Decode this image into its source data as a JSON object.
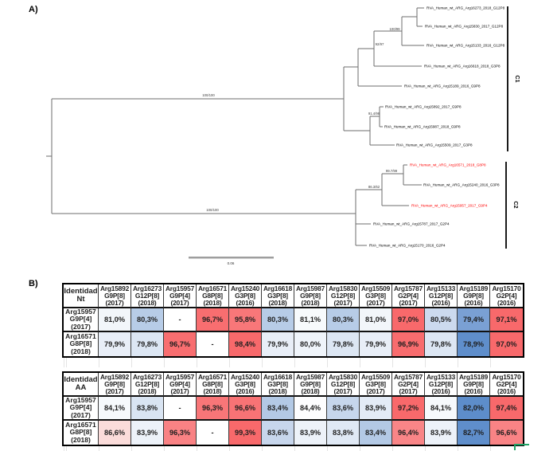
{
  "panels": {
    "a": "A)",
    "b": "B)"
  },
  "tree": {
    "scale_label": "0.06",
    "branch_color": "#6e6e6e",
    "highlight_color": "#ff0000",
    "clusters": [
      {
        "label": "C1"
      },
      {
        "label": "C2"
      }
    ],
    "supports": [
      {
        "text": "100/100"
      },
      {
        "text": "100/99"
      },
      {
        "text": "92/97"
      },
      {
        "text": "91.4/98"
      },
      {
        "text": "100/100"
      },
      {
        "text": "99.7/99"
      },
      {
        "text": "86.3/62"
      }
    ],
    "leaves": [
      {
        "label": "RVA_Human_wt_ARG_Arg16273_2018_G12P8",
        "color": "#000000"
      },
      {
        "label": "RVA_Human_wt_ARG_Arg15830_2017_G12P8",
        "color": "#000000"
      },
      {
        "label": "RVA_Human_wt_ARG_Arg15133_2016_G12P8",
        "color": "#000000"
      },
      {
        "label": "RVA_Human_wt_ARG_Arg16618_2018_G3P8",
        "color": "#000000"
      },
      {
        "label": "RVA_Human_wt_ARG_Arg15189_2016_G9P8",
        "color": "#000000"
      },
      {
        "label": "RVA_Human_wt_ARG_Arg15892_2017_G9P8",
        "color": "#000000"
      },
      {
        "label": "RVA_Human_wt_ARG_Arg15987_2018_G9P8",
        "color": "#000000"
      },
      {
        "label": "RVA_Human_wt_ARG_Arg15509_2017_G3P8",
        "color": "#000000"
      },
      {
        "label": "RVA_Human_wt_ARG_Arg16571_2018_G8P8",
        "color": "#ff0000"
      },
      {
        "label": "RVA_Human_wt_ARG_Arg15240_2016_G3P8",
        "color": "#000000"
      },
      {
        "label": "RVA_Human_wt_ARG_Arg15957_2017_G9P4",
        "color": "#ff0000"
      },
      {
        "label": "RVA_Human_wt_ARG_Arg15787_2017_G2P4",
        "color": "#000000"
      },
      {
        "label": "RVA_Human_wt_ARG_Arg15170_2016_G2P4",
        "color": "#000000"
      }
    ]
  },
  "tables": [
    {
      "corner": [
        "Identidad",
        "Nt"
      ],
      "columns": [
        [
          "Arg15892",
          "G9P[8]",
          "(2017)"
        ],
        [
          "Arg16273",
          "G12P[8]",
          "(2018)"
        ],
        [
          "Arg15957",
          "G9P[4]",
          "(2017)"
        ],
        [
          "Arg16571",
          "G8P[8]",
          "(2018)"
        ],
        [
          "Arg15240",
          "G3P[8]",
          "(2016)"
        ],
        [
          "Arg16618",
          "G3P[8]",
          "(2018)"
        ],
        [
          "Arg15987",
          "G9P[8]",
          "(2018)"
        ],
        [
          "Arg15830",
          "G12P[8]",
          "(2017)"
        ],
        [
          "Arg15509",
          "G3P[8]",
          "(2017)"
        ],
        [
          "Arg15787",
          "G2P[4]",
          "(2017)"
        ],
        [
          "Arg15133",
          "G12P[8]",
          "(2016)"
        ],
        [
          "Arg15189",
          "G9P[8]",
          "(2016)"
        ],
        [
          "Arg15170",
          "G2P[4]",
          "(2016)"
        ]
      ],
      "rows": [
        {
          "header": [
            "Arg15957",
            "G9P[4]",
            "(2017)"
          ],
          "cells": [
            {
              "t": "81,0%",
              "bg": "#f2f6fa"
            },
            {
              "t": "80,3%",
              "bg": "#b7cce7"
            },
            {
              "t": "-",
              "bg": "#ffffff"
            },
            {
              "t": "96,7%",
              "bg": "#f86e70"
            },
            {
              "t": "95,8%",
              "bg": "#f87779"
            },
            {
              "t": "80,3%",
              "bg": "#b7cce7"
            },
            {
              "t": "81,1%",
              "bg": "#f7fafc"
            },
            {
              "t": "80,3%",
              "bg": "#b7cce7"
            },
            {
              "t": "81,0%",
              "bg": "#f2f6fa"
            },
            {
              "t": "97,0%",
              "bg": "#f8696b"
            },
            {
              "t": "80,5%",
              "bg": "#ccdaee"
            },
            {
              "t": "79,4%",
              "bg": "#7aa0d4"
            },
            {
              "t": "97,1%",
              "bg": "#f8696b"
            }
          ]
        },
        {
          "header": [
            "Arg16571",
            "G8P[8]",
            "(2018)"
          ],
          "cells": [
            {
              "t": "79,9%",
              "bg": "#e8eef7"
            },
            {
              "t": "79,8%",
              "bg": "#dce6f3"
            },
            {
              "t": "96,7%",
              "bg": "#f86e70"
            },
            {
              "t": "-",
              "bg": "#ffffff"
            },
            {
              "t": "98,4%",
              "bg": "#f8696b"
            },
            {
              "t": "79,9%",
              "bg": "#e8eef7"
            },
            {
              "t": "80,0%",
              "bg": "#eff4fa"
            },
            {
              "t": "79,8%",
              "bg": "#dce6f3"
            },
            {
              "t": "79,9%",
              "bg": "#e8eef7"
            },
            {
              "t": "96,9%",
              "bg": "#f86c6e"
            },
            {
              "t": "79,8%",
              "bg": "#dce6f3"
            },
            {
              "t": "78,9%",
              "bg": "#5f8ecb"
            },
            {
              "t": "97,0%",
              "bg": "#f8696b"
            }
          ]
        }
      ]
    },
    {
      "corner": [
        "Identidad",
        "AA"
      ],
      "columns": [
        [
          "Arg15892",
          "G9P[8]",
          "(2017)"
        ],
        [
          "Arg16273",
          "G12P[8]",
          "(2018)"
        ],
        [
          "Arg15957",
          "G9P[4]",
          "(2017)"
        ],
        [
          "Arg16571",
          "G8P[8]",
          "(2018)"
        ],
        [
          "Arg15240",
          "G3P[8]",
          "(2016)"
        ],
        [
          "Arg16618",
          "G3P[8]",
          "(2018)"
        ],
        [
          "Arg15987",
          "G9P[8]",
          "(2018)"
        ],
        [
          "Arg15830",
          "G12P[8]",
          "(2017)"
        ],
        [
          "Arg15509",
          "G3P[8]",
          "(2017)"
        ],
        [
          "Arg15787",
          "G2P[4]",
          "(2017)"
        ],
        [
          "Arg15133",
          "G12P[8]",
          "(2016)"
        ],
        [
          "Arg15189",
          "G9P[8]",
          "(2016)"
        ],
        [
          "Arg15170",
          "G2P[4]",
          "(2016)"
        ]
      ],
      "rows": [
        {
          "header": [
            "Arg15957",
            "G9P[4]",
            "(2017)"
          ],
          "cells": [
            {
              "t": "84,1%",
              "bg": "#f6f9fc"
            },
            {
              "t": "83,8%",
              "bg": "#d9e4f2"
            },
            {
              "t": "-",
              "bg": "#ffffff"
            },
            {
              "t": "96,3%",
              "bg": "#f87678"
            },
            {
              "t": "96,6%",
              "bg": "#f87375"
            },
            {
              "t": "83,4%",
              "bg": "#b3c9e5"
            },
            {
              "t": "84,4%",
              "bg": "#fdfdfe"
            },
            {
              "t": "83,6%",
              "bg": "#c6d6ec"
            },
            {
              "t": "83,9%",
              "bg": "#e3ebf6"
            },
            {
              "t": "97,2%",
              "bg": "#f8696b"
            },
            {
              "t": "84,1%",
              "bg": "#f6f9fc"
            },
            {
              "t": "82,0%",
              "bg": "#5d8dca"
            },
            {
              "t": "97,4%",
              "bg": "#f8696b"
            }
          ]
        },
        {
          "header": [
            "Arg16571",
            "G8P[8]",
            "(2018)"
          ],
          "cells": [
            {
              "t": "86,6%",
              "bg": "#fbdcda"
            },
            {
              "t": "83,9%",
              "bg": "#edf2f9"
            },
            {
              "t": "96,3%",
              "bg": "#f98284"
            },
            {
              "t": "-",
              "bg": "#ffffff"
            },
            {
              "t": "99,3%",
              "bg": "#f8696b"
            },
            {
              "t": "83,6%",
              "bg": "#c7d6ec"
            },
            {
              "t": "83,9%",
              "bg": "#edf2f9"
            },
            {
              "t": "83,8%",
              "bg": "#e0e9f5"
            },
            {
              "t": "83,4%",
              "bg": "#b3c9e5"
            },
            {
              "t": "96,4%",
              "bg": "#f98587"
            },
            {
              "t": "83,9%",
              "bg": "#edf2f9"
            },
            {
              "t": "82,7%",
              "bg": "#5f8ecb"
            },
            {
              "t": "96,6%",
              "bg": "#f98385"
            }
          ]
        }
      ]
    }
  ]
}
